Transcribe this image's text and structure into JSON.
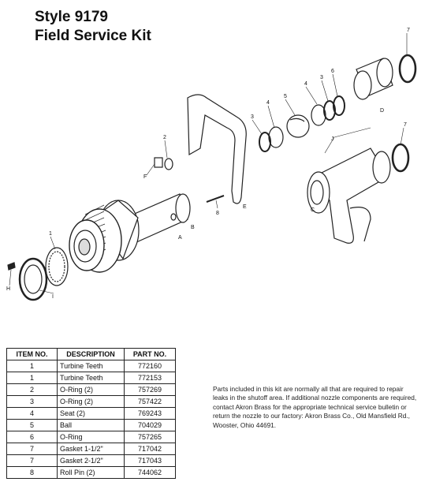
{
  "title": {
    "line1": "Style 9179",
    "line2": "Field Service Kit"
  },
  "diagram_labels": {
    "item1": "1",
    "item2": "2",
    "item3a": "3",
    "item3b": "3",
    "item4a": "4",
    "item4b": "4",
    "item5": "5",
    "item6": "6",
    "item7a": "7",
    "item7b": "7",
    "item8": "8",
    "A": "A",
    "B": "B",
    "C": "C",
    "D": "D",
    "E": "E",
    "F": "F",
    "H": "H",
    "I": "I",
    "J": "J"
  },
  "table": {
    "headers": [
      "ITEM NO.",
      "DESCRIPTION",
      "PART NO."
    ],
    "rows": [
      {
        "item": "1",
        "description": "Turbine Teeth",
        "part": "772160"
      },
      {
        "item": "1",
        "description": "Turbine Teeth",
        "part": "772153"
      },
      {
        "item": "2",
        "description": "O-Ring (2)",
        "part": "757269"
      },
      {
        "item": "3",
        "description": "O-Ring (2)",
        "part": "757422"
      },
      {
        "item": "4",
        "description": "Seat (2)",
        "part": "769243"
      },
      {
        "item": "5",
        "description": "Ball",
        "part": "704029"
      },
      {
        "item": "6",
        "description": "O-Ring",
        "part": "757265"
      },
      {
        "item": "7",
        "description": "Gasket 1-1/2\"",
        "part": "717042"
      },
      {
        "item": "7",
        "description": "Gasket 2-1/2\"",
        "part": "717043"
      },
      {
        "item": "8",
        "description": "Roll Pin (2)",
        "part": "744062"
      }
    ]
  },
  "note": "Parts included in this kit are normally all that are required to repair leaks in the shutoff area. If additional nozzle components are required, contact Akron Brass for the appropriate technical service bulletin or return the nozzle to our factory: Akron Brass Co., Old Mansfield Rd., Wooster, Ohio 44691."
}
